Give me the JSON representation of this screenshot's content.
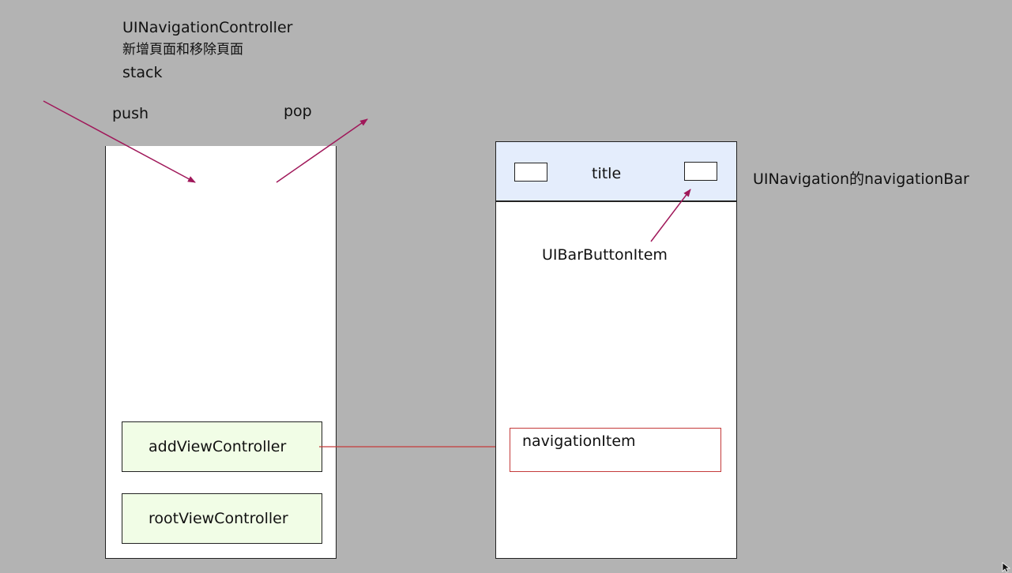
{
  "heading": {
    "title": "UINavigationController",
    "subtitle": "新增頁面和移除頁面",
    "stack_label": "stack"
  },
  "arrows": {
    "push_label": "push",
    "pop_label": "pop"
  },
  "stack": {
    "items": [
      {
        "label": "addViewController"
      },
      {
        "label": "rootViewController"
      }
    ]
  },
  "phone": {
    "navbar_title": "title",
    "navbar_caption": "UINavigation的navigationBar",
    "bar_button_caption": "UIBarButtonItem",
    "navigation_item_label": "navigationItem"
  },
  "colors": {
    "background": "#b3b3b3",
    "arrow": "#a0185a",
    "link_line": "#c43a3a",
    "navbar_fill": "#e4edfc",
    "controller_fill": "#f1fde6"
  }
}
